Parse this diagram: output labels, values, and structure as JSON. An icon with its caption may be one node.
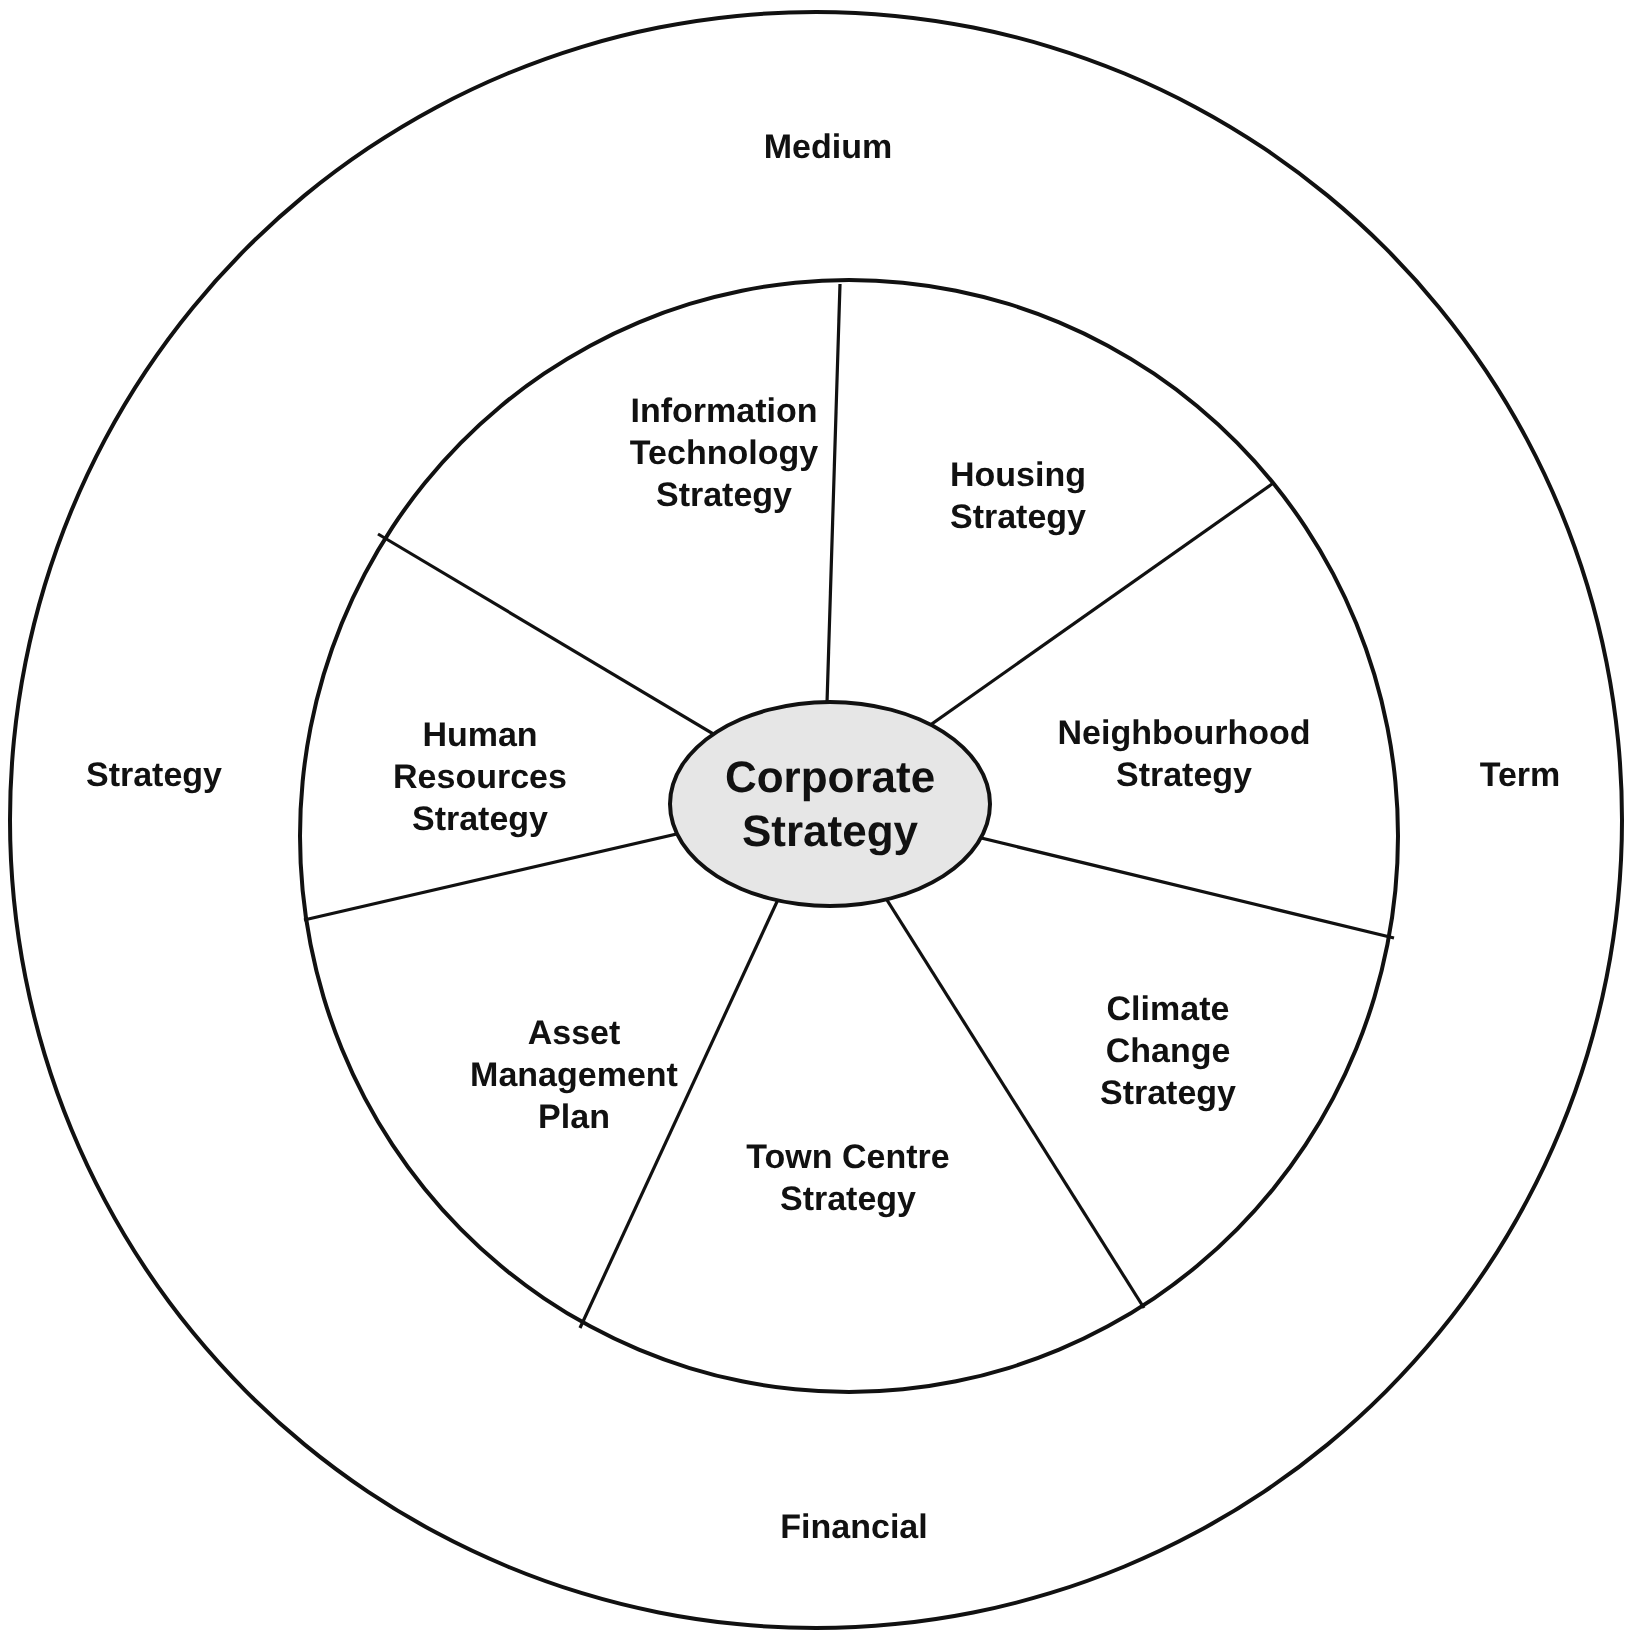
{
  "diagram": {
    "nodes": [
      {
        "text": [
          "Medium",
          "Strategy",
          "Term",
          "Financial"
        ]
      },
      {
        "text": [],
        "shape": "circle",
        "in": 0
      },
      {
        "text": [
          "Information Technology Strategy"
        ],
        "in": 1
      },
      {
        "text": [
          "Housing Strategy"
        ],
        "in": 1
      },
      {
        "text": [
          "Human Resources Strategy"
        ],
        "in": 1
      },
      {
        "text": [
          "Corporate Strategy"
        ],
        "in": 1
      },
      {
        "text": [
          "Neighbourhood Strategy"
        ],
        "in": 1
      },
      {
        "text": [
          "Asset Management Plan"
        ],
        "in": 1
      },
      {
        "text": [
          "Climate Change Strategy"
        ],
        "in": 1
      },
      {
        "text": [
          "Town Centre Strategy"
        ],
        "in": 1
      }
    ],
    "edges": []
  }
}
